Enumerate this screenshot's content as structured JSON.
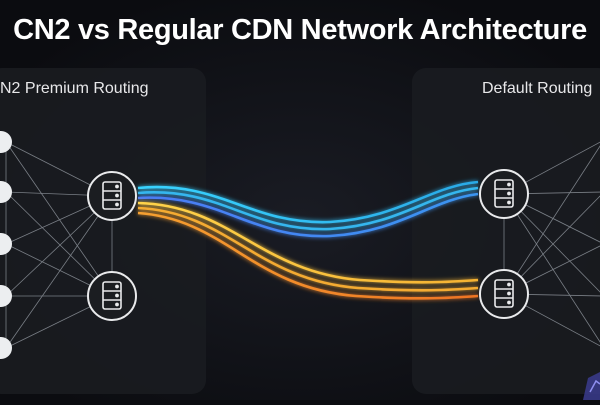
{
  "title": "CN2 vs Regular CDN Network Architecture",
  "panels": [
    {
      "label": "N2 Premium Routing"
    },
    {
      "label": "Default Routing"
    }
  ],
  "colors": {
    "background": "#0b0c10",
    "panel": "#1b1d21",
    "cyan_route": "#2fc8f0",
    "blue_route": "#3f8ef0",
    "yellow_route": "#f7c23c",
    "orange_route": "#f28a2a",
    "node_fill": "#e9eaec"
  },
  "icons": {
    "server": "server-icon",
    "corner_logo": "shield-logo-icon"
  }
}
